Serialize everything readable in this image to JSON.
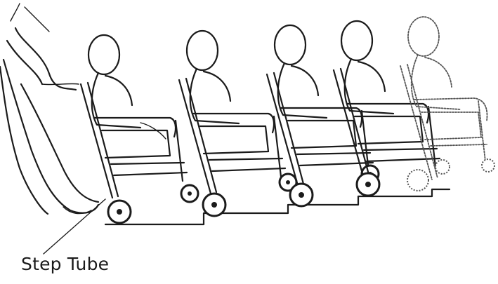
{
  "labels": {
    "step_tube": "Step Tube"
  },
  "figure": {
    "sequence_count": 5,
    "ghost_frame_index": 4
  }
}
